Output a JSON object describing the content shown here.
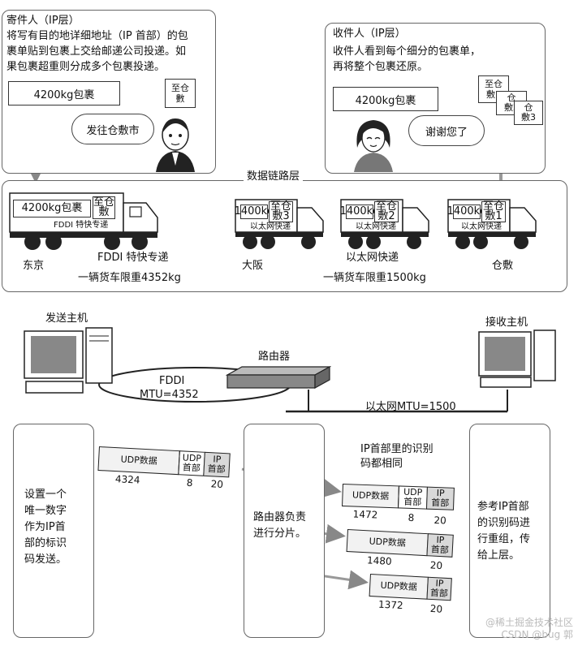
{
  "sender": {
    "title": "寄件人（IP层）",
    "lines": [
      "将写有目的地详细地址（IP 首部）的包",
      "裹单贴到包裹上交给邮递公司投递。如",
      "果包裹超重则分成多个包裹投递。"
    ],
    "package": "4200kg包裹",
    "label": [
      "至仓",
      "數"
    ],
    "speech": "发往仓敷市"
  },
  "receiver": {
    "title": "收件人（IP层）",
    "lines": [
      "收件人看到每个细分的包裹单，",
      "再将整个包裹还原。"
    ],
    "package": "4200kg包裹",
    "tags": [
      [
        "至仓",
        "敷1"
      ],
      [
        "仓",
        "敷2"
      ],
      [
        "仓",
        "敷3"
      ]
    ],
    "speech": "谢谢您了"
  },
  "datalink": {
    "title": "数据链路层",
    "truck1": {
      "cargo": "4200kg包裹",
      "tag": [
        "至仓",
        "敷"
      ],
      "side": "FDDI 特快专递"
    },
    "truck2": {
      "cargo": "1400kg",
      "tag": [
        "至仓",
        "敷3"
      ],
      "side": "以太网快递"
    },
    "truck3": {
      "cargo": "1400kg",
      "tag": [
        "至仓",
        "敷2"
      ],
      "side": "以太网快递"
    },
    "truck4": {
      "cargo": "1400kg",
      "tag": [
        "至仓",
        "敷1"
      ],
      "side": "以太网快递"
    },
    "cities": [
      "东京",
      "大阪",
      "仓敷"
    ],
    "route1": {
      "name": "FDDI 特快专递",
      "limit": "一辆货车限重4352kg"
    },
    "route2": {
      "name": "以太网快递",
      "limit": "一辆货车限重1500kg"
    }
  },
  "network": {
    "send_host": "发送主机",
    "recv_host": "接收主机",
    "router": "路由器",
    "fddi": "FDDI",
    "fddi_mtu": "MTU=4352",
    "eth_mtu": "以太网MTU=1500"
  },
  "bottom": {
    "left_text": [
      "设置一个",
      "唯一数字",
      "作为IP首",
      "部的标识",
      "码发送。"
    ],
    "mid_text": [
      "路由器负责",
      "进行分片。"
    ],
    "right_text": [
      "参考IP首部",
      "的识别码进",
      "行重组，传",
      "给上层。"
    ],
    "same_id": [
      "IP首部里的识别",
      "码都相同"
    ],
    "orig": {
      "data": "UDP数据",
      "udp": "UDP\n首部",
      "ip": "IP\n首部",
      "n1": "4324",
      "n2": "8",
      "n3": "20"
    },
    "frag1": {
      "data": "UDP数据",
      "udp": "UDP\n首部",
      "ip": "IP\n首部",
      "n1": "1472",
      "n2": "8",
      "n3": "20"
    },
    "frag2": {
      "data": "UDP数据",
      "ip": "IP\n首部",
      "n1": "1480",
      "n3": "20"
    },
    "frag3": {
      "data": "UDP数据",
      "ip": "IP\n首部",
      "n1": "1372",
      "n3": "20"
    }
  },
  "watermark": [
    "@稀土掘金技术社区",
    "CSDN @bug 郭"
  ]
}
